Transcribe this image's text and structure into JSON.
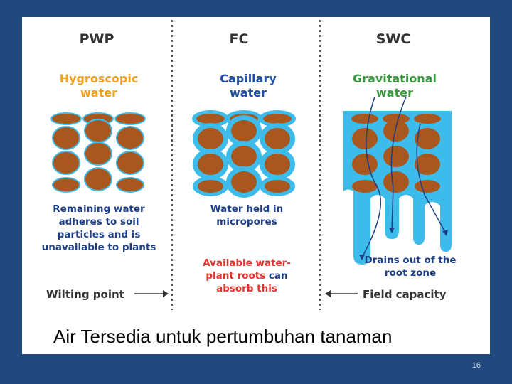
{
  "columns": [
    {
      "header": "PWP",
      "water_type_line1": "Hygroscopic",
      "water_type_line2": "water",
      "water_color": "#f4a21d",
      "desc": [
        "Remaining water",
        "adheres to soil",
        "particles and is",
        "unavailable to plants"
      ]
    },
    {
      "header": "FC",
      "water_type_line1": "Capillary",
      "water_type_line2": "water",
      "water_color": "#1d4fa3",
      "desc": [
        "Water held in",
        "micropores"
      ]
    },
    {
      "header": "SWC",
      "water_type_line1": "Gravitational",
      "water_type_line2": "water",
      "water_color": "#3a9a3f",
      "desc": [
        "Drains out of the",
        "root zone"
      ]
    }
  ],
  "available": {
    "line1": "Available water-",
    "line2_a": "plant roots ",
    "line2_b": "can",
    "line3": "absorb this",
    "color": "#e5322d"
  },
  "labels": {
    "wilting_point": "Wilting point",
    "field_capacity": "Field capacity"
  },
  "colors": {
    "soil": "#a8571e",
    "water": "#3dbbea",
    "background": "#21497e"
  },
  "caption": "Air Tersedia untuk pertumbuhan tanaman",
  "page_number": "16"
}
